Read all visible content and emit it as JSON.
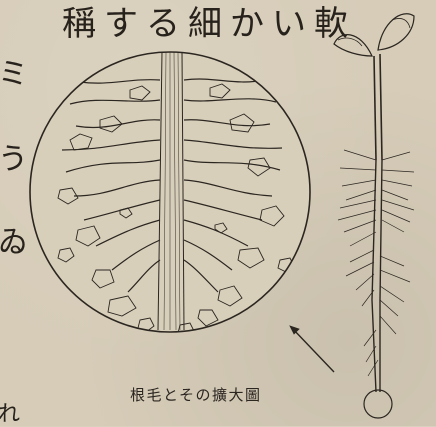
{
  "text": {
    "top_line": "稱する細かい軟",
    "left_edge_marks": [
      "ミ",
      "う",
      "ゐ",
      "れ"
    ],
    "caption": "根毛とその擴大圖"
  },
  "figure": {
    "magnified_view": "root-hair-magnified",
    "seedling": "seedling-with-root-hairs"
  },
  "colors": {
    "paper": "#d6ccb8",
    "ink": "#2b2620"
  }
}
